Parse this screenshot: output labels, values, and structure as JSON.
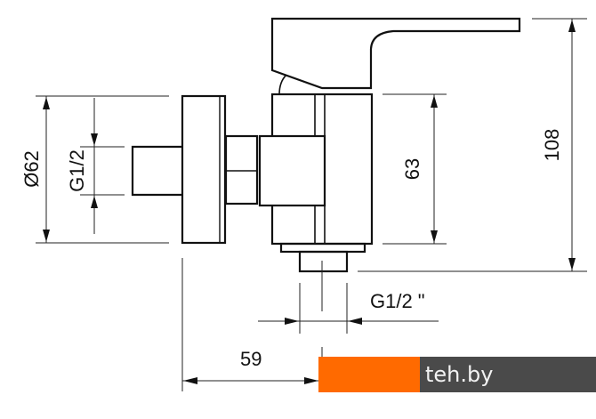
{
  "diagram": {
    "dimensions": {
      "flange_diameter": "Ø62",
      "inlet_thread": "G1/2",
      "body_height": "63",
      "total_height": "108",
      "outlet_thread": "G1/2 \"",
      "projection": "59"
    }
  },
  "watermark": {
    "text": "teh.by",
    "colors": {
      "orange": "#ff6a00",
      "dark": "#4a4a4a"
    }
  }
}
